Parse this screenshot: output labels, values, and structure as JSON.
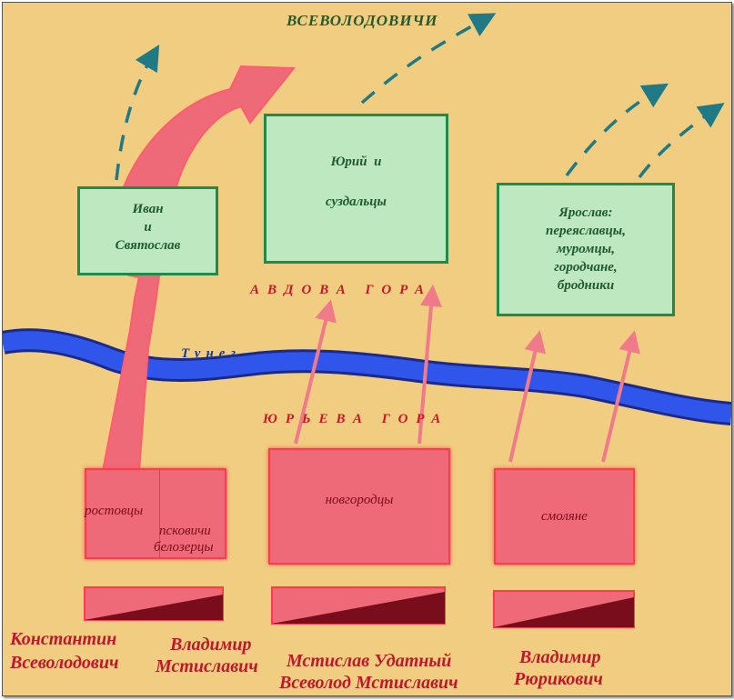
{
  "title": "ВСЕВОЛОДОВИЧИ",
  "colors": {
    "background": "#f0cd80",
    "river": "#2f55ea",
    "allied_box": "#ee6a78",
    "enemy_box": "#bde8c0",
    "enemy_border": "#1f8a4c",
    "text_green": "#1f5a30",
    "text_red": "#c0182a"
  },
  "places": {
    "avdova_gora": "АВДОВА ГОРА",
    "yurieva_gora": "ЮРЬЕВА ГОРА",
    "river": "Тунег"
  },
  "enemy_boxes": {
    "ivan": {
      "line1": "Иван",
      "line2": "и",
      "line3": "Святослав"
    },
    "yuri": {
      "line1": "Юрий  и",
      "line2": "суздальцы"
    },
    "yaroslav": {
      "line1": "Ярослав:",
      "line2": "переяславцы,",
      "line3": "муромцы,",
      "line4": "городчане,",
      "line5": "бродники"
    }
  },
  "allied_boxes": {
    "rostov": {
      "left": "ростовцы",
      "right1": "псковичи",
      "right2": "белозерцы"
    },
    "novgorod": {
      "label": "новгородцы"
    },
    "smolensk": {
      "label": "смоляне"
    }
  },
  "commanders": {
    "konstantin": {
      "line1": "Константин",
      "line2": "Всеволодович"
    },
    "vladimir_m": {
      "line1": "Владимир",
      "line2": "Мстиславич"
    },
    "mstislav": {
      "line1": "Мстислав Удатный",
      "line2": "Всеволод Мстиславич"
    },
    "vladimir_r": {
      "line1": "Владимир",
      "line2": "Рюрикович"
    }
  }
}
